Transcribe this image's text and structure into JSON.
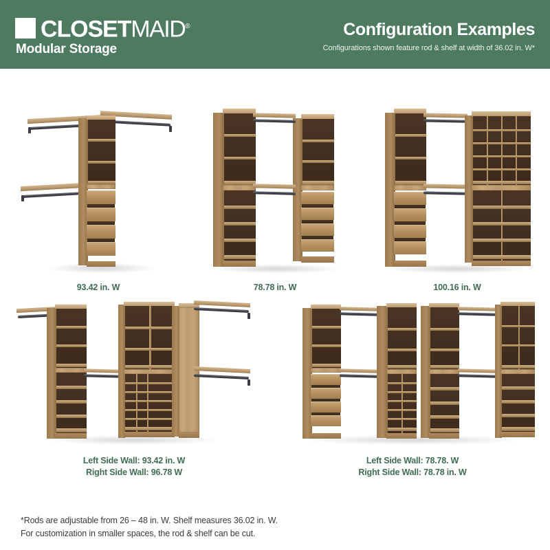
{
  "header": {
    "logo_mark": "square-logo-mark",
    "logo_text_bold": "CLOSET",
    "logo_text_light": "MAID",
    "logo_registered": "®",
    "tagline": "Modular Storage",
    "title": "Configuration Examples",
    "subtitle": "Configurations shown feature rod & shelf at width of 36.02 in. W*",
    "background_color": "#4d7a60",
    "text_color": "#ffffff"
  },
  "colors": {
    "header_green": "#4d7a60",
    "caption_green": "#3f6c52",
    "footnote_gray": "#3a3a3a",
    "wood_light": "#c9a87c",
    "wood_mid": "#b08c5e",
    "wood_dark": "#8e6f47",
    "cavity_dark": "#43301f",
    "rod_metal": "#40444a",
    "page_background": "#ffffff"
  },
  "configurations": [
    {
      "id": "config-1",
      "caption_lines": [
        "93.42 in. W"
      ],
      "description": "single center tower with upper shelves, four drawers, and two long wall rods with shelves"
    },
    {
      "id": "config-2",
      "caption_lines": [
        "78.78 in. W"
      ],
      "description": "two towers flanking an open double-hang rod section"
    },
    {
      "id": "config-3",
      "caption_lines": [
        "100.16 in. W"
      ],
      "description": "tower, open hang section, and wide cubby unit with shoe shelves"
    },
    {
      "id": "config-4",
      "caption_lines": [
        "Left Side Wall: 93.42 in. W",
        "Right Side Wall: 96.78 W"
      ],
      "description": "corner layout with left tower, center cubby tower and right wall rods"
    },
    {
      "id": "config-5",
      "caption_lines": [
        "Left Side Wall: 78.78. W",
        "Right Side Wall: 78.78 in. W"
      ],
      "description": "corner layout with two mirrored tower and hang-rod sections"
    }
  ],
  "footnote": {
    "line1": "*Rods are adjustable from 26 – 48 in. W. Shelf measures 36.02 in. W.",
    "line2": "For customization in smaller spaces, the rod & shelf can be cut."
  }
}
